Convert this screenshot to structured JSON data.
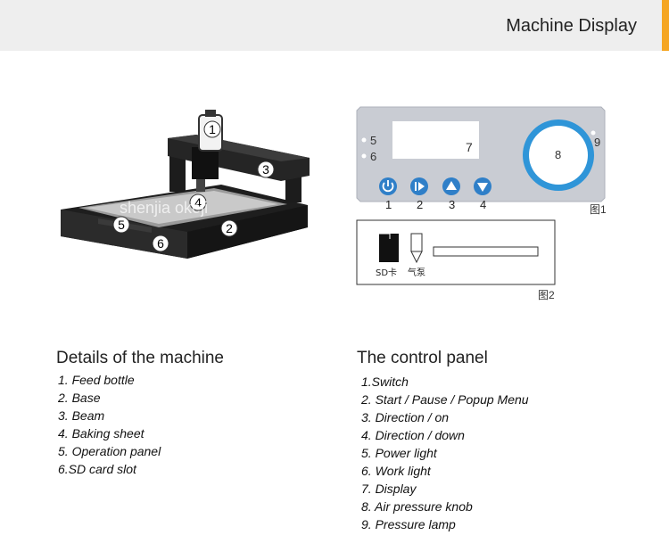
{
  "header": {
    "title": "Machine Display",
    "accent_color": "#f5a623"
  },
  "machine_figure": {
    "callouts": [
      "1",
      "2",
      "3",
      "4",
      "5",
      "6"
    ],
    "watermark": "shenjia okeji"
  },
  "control_panel_figure": {
    "display_label": "7",
    "knob_label": "8",
    "lamp_label": "9",
    "light_labels": [
      "5",
      "6"
    ],
    "buttons": [
      {
        "icon": "power-icon",
        "number": "1"
      },
      {
        "icon": "play-pause-icon",
        "number": "2"
      },
      {
        "icon": "arrow-up-icon",
        "number": "3"
      },
      {
        "icon": "arrow-down-icon",
        "number": "4"
      }
    ],
    "caption": "图1",
    "button_color": "#2f7fc8",
    "knob_ring_color": "#2f95d8"
  },
  "sd_figure": {
    "sd_label": "SD卡",
    "pump_label": "气泵",
    "caption": "图2"
  },
  "details": {
    "title": "Details of the machine",
    "items": [
      "1. Feed bottle",
      "2. Base",
      "3. Beam",
      "4. Baking sheet",
      "5. Operation panel",
      "6.SD card slot"
    ]
  },
  "control_panel": {
    "title": "The control panel",
    "items": [
      "1.Switch",
      "2. Start / Pause / Popup Menu",
      "3. Direction / on",
      "4. Direction / down",
      "5. Power light",
      "6. Work light",
      "7. Display",
      "8. Air pressure knob",
      "9. Pressure lamp"
    ]
  }
}
